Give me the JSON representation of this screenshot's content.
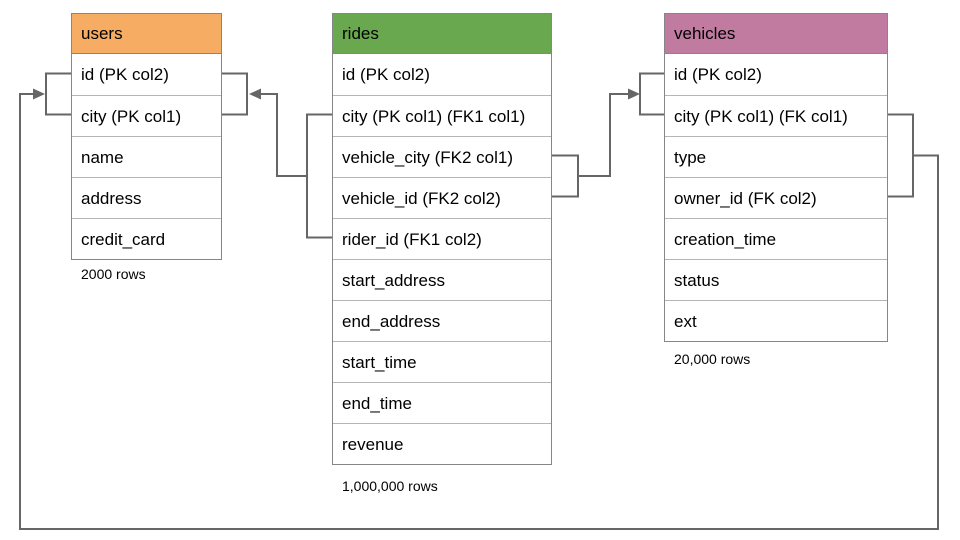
{
  "diagram": {
    "kind": "database-schema",
    "connector_color": "#666666",
    "tables": [
      {
        "name": "users",
        "header_color": "#F6AC62",
        "columns": [
          "id (PK col2)",
          "city (PK col1)",
          "name",
          "address",
          "credit_card"
        ],
        "row_count": "2000 rows"
      },
      {
        "name": "rides",
        "header_color": "#6AA84F",
        "columns": [
          "id (PK col2)",
          "city (PK col1) (FK1 col1)",
          "vehicle_city (FK2 col1)",
          "vehicle_id (FK2 col2)",
          "rider_id (FK1 col2)",
          "start_address",
          "end_address",
          "start_time",
          "end_time",
          "revenue"
        ],
        "row_count": "1,000,000 rows"
      },
      {
        "name": "vehicles",
        "header_color": "#C27BA0",
        "columns": [
          "id (PK col2)",
          "city (PK col1) (FK col1)",
          "type",
          "owner_id (FK col2)",
          "creation_time",
          "status",
          "ext"
        ],
        "row_count": "20,000 rows"
      }
    ],
    "relationships": [
      {
        "from": "rides (FK1: city, rider_id)",
        "to": "users (city, id)"
      },
      {
        "from": "rides (FK2: vehicle_city, vehicle_id)",
        "to": "vehicles (city, id)"
      },
      {
        "from": "vehicles (FK: city, owner_id)",
        "to": "users (city, id)"
      }
    ]
  }
}
